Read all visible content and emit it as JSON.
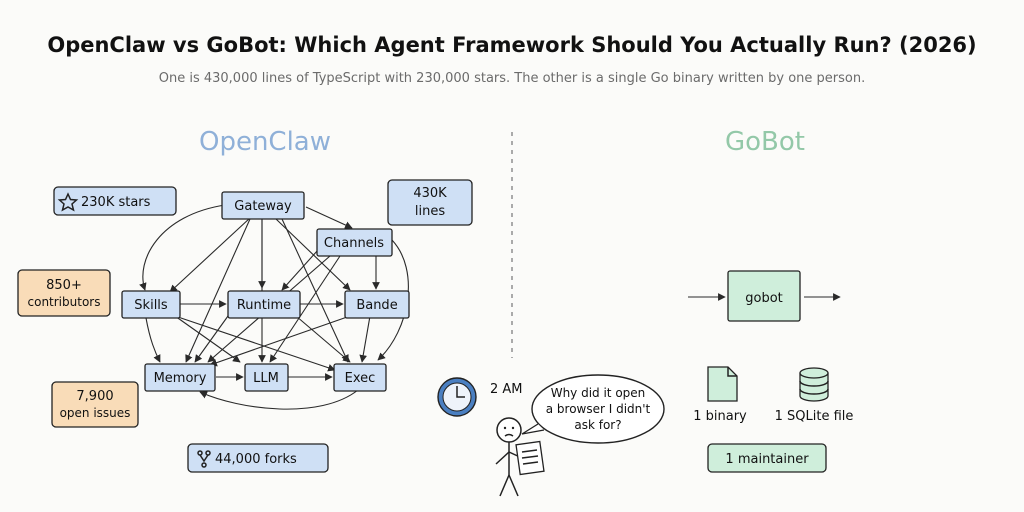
{
  "title": "OpenClaw vs GoBot: Which Agent Framework Should You Actually Run? (2026)",
  "subtitle": "One is 430,000 lines of TypeScript with 230,000 stars. The other is a single Go binary written by one person.",
  "openclaw": {
    "heading": "OpenClaw",
    "nodes": {
      "gateway": "Gateway",
      "channels": "Channels",
      "skills": "Skills",
      "runtime": "Runtime",
      "bande": "Bande",
      "memory": "Memory",
      "llm": "LLM",
      "exec": "Exec"
    },
    "stats": {
      "stars": "230K stars",
      "lines_1": "430K",
      "lines_2": "lines",
      "contributors_1": "850+",
      "contributors_2": "contributors",
      "issues_1": "7,900",
      "issues_2": "open issues",
      "forks": "44,000 forks"
    },
    "colors": {
      "node": "#cfe0f5",
      "stat_orange": "#f9dcb8",
      "heading": "#8fb0d8"
    }
  },
  "gobot": {
    "heading": "GoBot",
    "binary_label": "gobot",
    "file_label": "1 binary",
    "db_label": "1 SQLite file",
    "maintainer": "1 maintainer",
    "colors": {
      "box": "#cfeedb",
      "heading": "#93c8a8"
    }
  },
  "scene": {
    "time": "2 AM",
    "speech_1": "Why did it open",
    "speech_2": "a browser I didn't",
    "speech_3": "ask for?"
  }
}
